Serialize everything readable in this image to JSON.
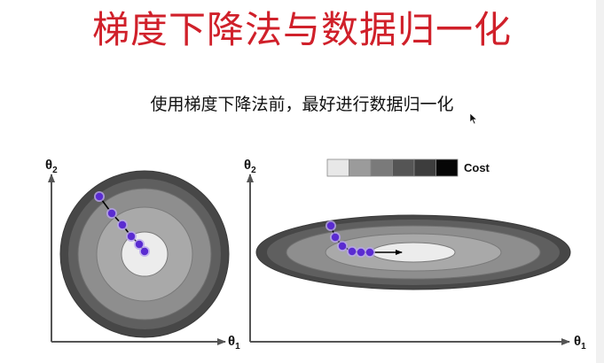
{
  "slide": {
    "title": "梯度下降法与数据归一化",
    "subtitle": "使用梯度下降法前，最好进行数据归一化",
    "title_color": "#d0202a"
  },
  "figures": {
    "left": {
      "x_axis_label": "θ",
      "x_axis_sub": "1",
      "y_axis_label": "θ",
      "y_axis_sub": "2",
      "description": "circular contours, direct path to minimum"
    },
    "right": {
      "x_axis_label": "θ",
      "x_axis_sub": "1",
      "y_axis_label": "θ",
      "y_axis_sub": "2",
      "description": "elongated elliptical contours, curved path then slow progress",
      "legend": {
        "label": "Cost",
        "swatches": [
          "#e8e8e8",
          "#9b9b9b",
          "#7a7a7a",
          "#555555",
          "#3d3d3d",
          "#060606"
        ]
      }
    }
  },
  "colors": {
    "path_dot": "#5a2bd1",
    "path_halo": "#b9a5f0",
    "axis": "#555555",
    "contours": [
      "#474747",
      "#5f5f5f",
      "#8e8e8e",
      "#a9a9a9",
      "#ececec"
    ]
  }
}
